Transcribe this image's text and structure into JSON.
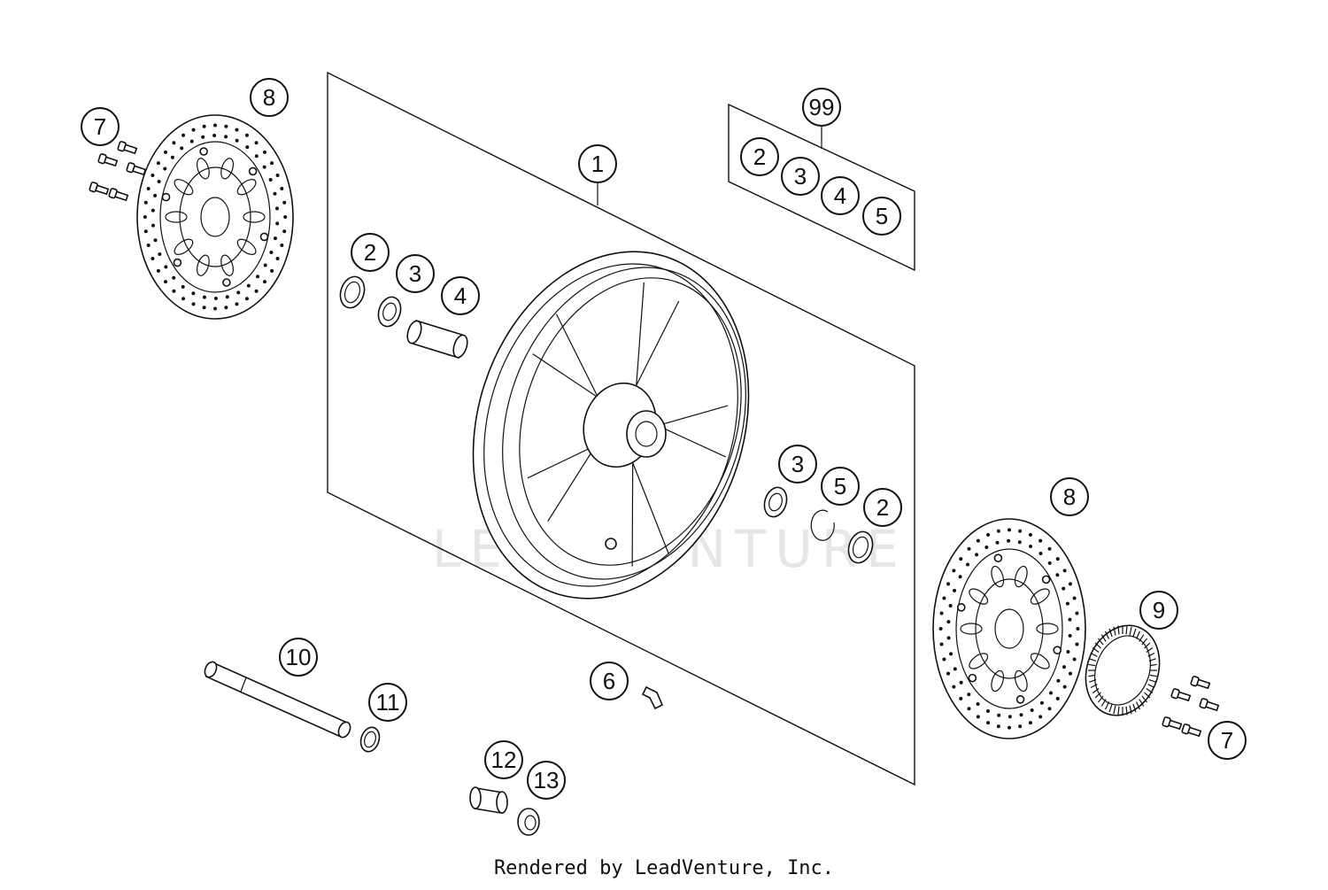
{
  "diagram": {
    "watermark": "LEADVENTURE",
    "footer": "Rendered by LeadVenture, Inc.",
    "callouts": [
      {
        "id": "c8-left",
        "label": "8"
      },
      {
        "id": "c7-left",
        "label": "7"
      },
      {
        "id": "c1",
        "label": "1"
      },
      {
        "id": "c99",
        "label": "99"
      },
      {
        "id": "c2-kit",
        "label": "2"
      },
      {
        "id": "c3-kit",
        "label": "3"
      },
      {
        "id": "c4-kit",
        "label": "4"
      },
      {
        "id": "c5-kit",
        "label": "5"
      },
      {
        "id": "c2-left",
        "label": "2"
      },
      {
        "id": "c3-left",
        "label": "3"
      },
      {
        "id": "c4-left",
        "label": "4"
      },
      {
        "id": "c3-right",
        "label": "3"
      },
      {
        "id": "c5-right",
        "label": "5"
      },
      {
        "id": "c2-right",
        "label": "2"
      },
      {
        "id": "c8-right",
        "label": "8"
      },
      {
        "id": "c9",
        "label": "9"
      },
      {
        "id": "c10",
        "label": "10"
      },
      {
        "id": "c11",
        "label": "11"
      },
      {
        "id": "c6",
        "label": "6"
      },
      {
        "id": "c12",
        "label": "12"
      },
      {
        "id": "c13",
        "label": "13"
      },
      {
        "id": "c7-right",
        "label": "7"
      }
    ]
  }
}
